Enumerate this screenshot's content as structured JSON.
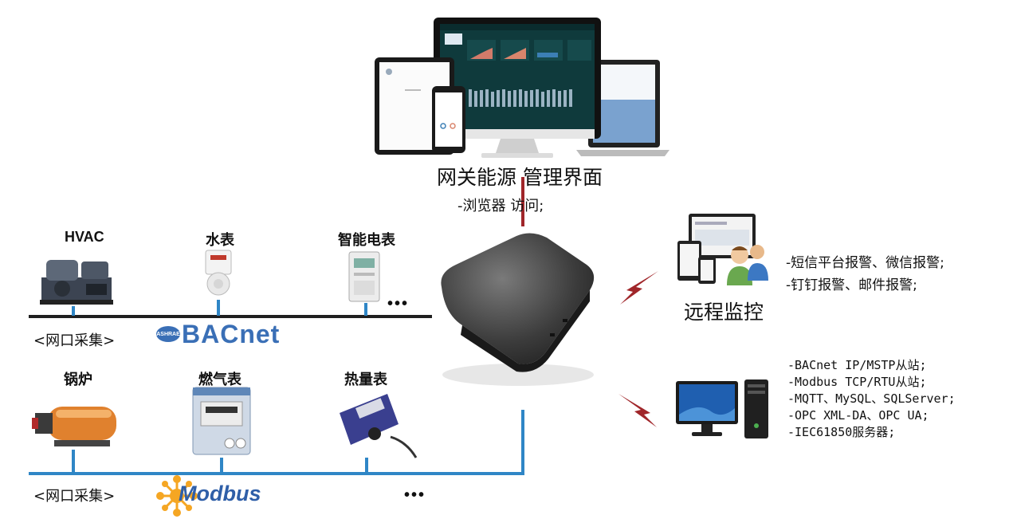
{
  "portal": {
    "title": "网关能源 管理界面",
    "subtitle": "-浏览器 访问;"
  },
  "devices_row1": {
    "hvac": "HVAC",
    "water_meter": "水表",
    "smart_meter": "智能电表",
    "more": "•••",
    "network_label": "<网口采集>",
    "protocol_brand": "BACnet",
    "protocol_badge": "ASHRAE"
  },
  "devices_row2": {
    "boiler": "锅炉",
    "gas_meter": "燃气表",
    "heat_meter": "热量表",
    "more": "•••",
    "network_label": "<网口采集>",
    "protocol_brand": "Modbus"
  },
  "remote": {
    "title": "远程监控",
    "alerts": [
      "-短信平台报警、微信报警;",
      "-钉钉报警、邮件报警;"
    ]
  },
  "outputs": [
    "-BACnet IP/MSTP从站;",
    "-Modbus TCP/RTU从站;",
    "-MQTT、MySQL、SQLServer;",
    "-OPC XML-DA、OPC UA;",
    "-IEC61850服务器;"
  ],
  "colors": {
    "bus_line": "#1f1f1f",
    "bus_blue": "#2f86c6",
    "link_red": "#a0262a",
    "gateway": "#3a3a3a",
    "bacnet_blue": "#3a6fb6",
    "modbus_blue": "#2f5fa8",
    "modbus_star": "#f5a623"
  }
}
